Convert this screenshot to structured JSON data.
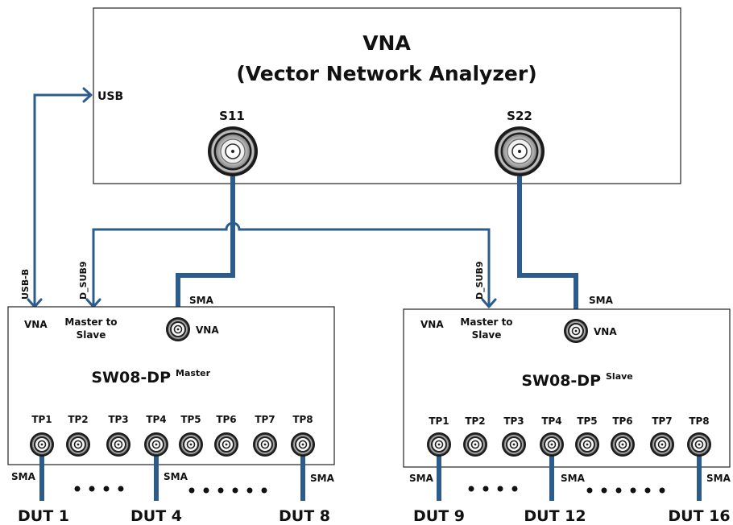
{
  "vna": {
    "title": "VNA",
    "subtitle": "(Vector Network Analyzer)",
    "usb_label": "USB",
    "port_s11": "S11",
    "port_s22": "S22"
  },
  "master": {
    "name": "SW08-DP",
    "role": "Master",
    "vna_port_label": "VNA",
    "master_to_slave_line1": "Master to",
    "master_to_slave_line2": "Slave",
    "sma_connector_label": "VNA",
    "sma_label": "SMA",
    "usb_b_label": "USB-B",
    "d_sub9_label": "D_SUB9",
    "tp_labels": [
      "TP1",
      "TP2",
      "TP3",
      "TP4",
      "TP5",
      "TP6",
      "TP7",
      "TP8"
    ],
    "sma_left": "SMA",
    "sma_mid": "SMA",
    "sma_right": "SMA",
    "dut_labels": [
      "DUT 1",
      "DUT 4",
      "DUT 8"
    ]
  },
  "slave": {
    "name": "SW08-DP",
    "role": "Slave",
    "vna_port_label": "VNA",
    "master_to_slave_line1": "Master to",
    "master_to_slave_line2": "Slave",
    "sma_connector_label": "VNA",
    "sma_label": "SMA",
    "d_sub9_label": "D_SUB9",
    "tp_labels": [
      "TP1",
      "TP2",
      "TP3",
      "TP4",
      "TP5",
      "TP6",
      "TP7",
      "TP8"
    ],
    "sma_left": "SMA",
    "sma_mid": "SMA",
    "sma_right": "SMA",
    "dut_labels": [
      "DUT 9",
      "DUT 12",
      "DUT 16"
    ]
  },
  "colors": {
    "cable": "#2b5c8c",
    "outline": "#222222"
  }
}
